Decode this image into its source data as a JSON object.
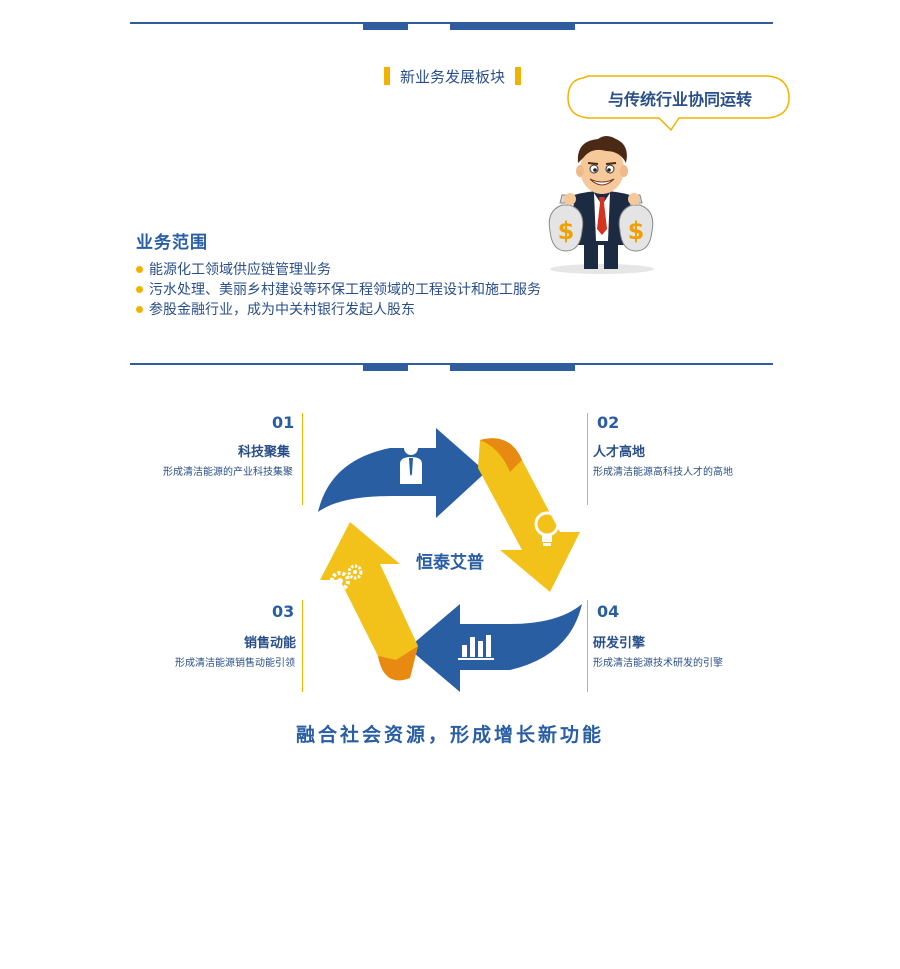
{
  "section1": {
    "title": "新业务发展板块",
    "bubble": "与传统行业协同运转",
    "heading": "业务范围",
    "items": [
      "能源化工领域供应链管理业务",
      "污水处理、美丽乡村建设等环保工程领域的工程设计和施工服务",
      "参股金融行业，成为中关村银行发起人股东"
    ]
  },
  "section2": {
    "center": "恒泰艾普",
    "features": [
      {
        "num": "01",
        "title": "科技聚集",
        "desc": "形成清洁能源的产业科技集聚"
      },
      {
        "num": "02",
        "title": "人才高地",
        "desc": "形成清洁能源高科技人才的高地"
      },
      {
        "num": "03",
        "title": "销售动能",
        "desc": "形成清洁能源销售动能引领"
      },
      {
        "num": "04",
        "title": "研发引擎",
        "desc": "形成清洁能源技术研发的引擎"
      }
    ],
    "tagline": "融合社会资源，形成增长新功能"
  },
  "colors": {
    "blue": "#2a5ea3",
    "dark_blue": "#2f5d9e",
    "yellow": "#f0b400",
    "orange": "#e88a12"
  },
  "icons": [
    "person-icon",
    "lightbulb-icon",
    "bar-chart-icon",
    "gears-icon",
    "cartoon-businessman-with-money-bags"
  ]
}
